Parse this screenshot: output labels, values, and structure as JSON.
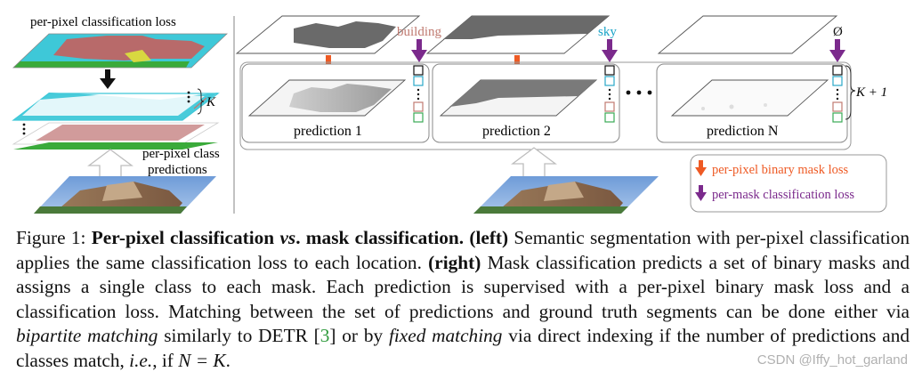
{
  "figure": {
    "left_title": "per-pixel classification loss",
    "left_k_label": "K",
    "left_class_predictions": "per-pixel class",
    "left_class_predictions_2": "predictions",
    "class_labels": [
      "building",
      "sky",
      "Ø"
    ],
    "prediction_labels": [
      "prediction 1",
      "prediction 2",
      "prediction N"
    ],
    "k_plus_one_label": "K + 1",
    "legend": {
      "mask_loss": "per-pixel binary mask loss",
      "class_loss": "per-mask classification loss"
    },
    "colors": {
      "mask_loss_arrow": "#ee5a24",
      "class_loss_arrow": "#7b2a8c",
      "building_label": "#c07a70",
      "sky_label": "#19a3c8",
      "sky_fill": "#3ec8d8",
      "building_fill": "#b86a6a",
      "grass_fill": "#3aaa3a",
      "box_blue": "#2aa8c8",
      "box_red": "#c07a70",
      "box_green": "#3aaa55"
    }
  },
  "caption": {
    "fig_label": "Figure 1:",
    "title": "Per-pixel classification",
    "title_vs": "vs",
    "title_end": ". mask classification.",
    "left_tag": "(left)",
    "text1": "Semantic segmentation with per-pixel classification applies the same classification loss to each location.",
    "right_tag": "(right)",
    "text2": "Mask classification predicts a set of binary masks and assigns a single class to each mask. Each prediction is supervised with a per-pixel binary mask loss and a classification loss. Matching between the set of predictions and ground truth segments can be done either via",
    "bipartite": "bipartite matching",
    "text3": "similarly to DETR [",
    "cite": "3",
    "text4": "] or by",
    "fixed": "fixed matching",
    "text5": "via direct indexing if the number of predictions and classes match,",
    "ie": "i.e.",
    "text6": ", if",
    "eq": "N = K",
    "text7": "."
  },
  "watermark": "CSDN @Iffy_hot_garland"
}
